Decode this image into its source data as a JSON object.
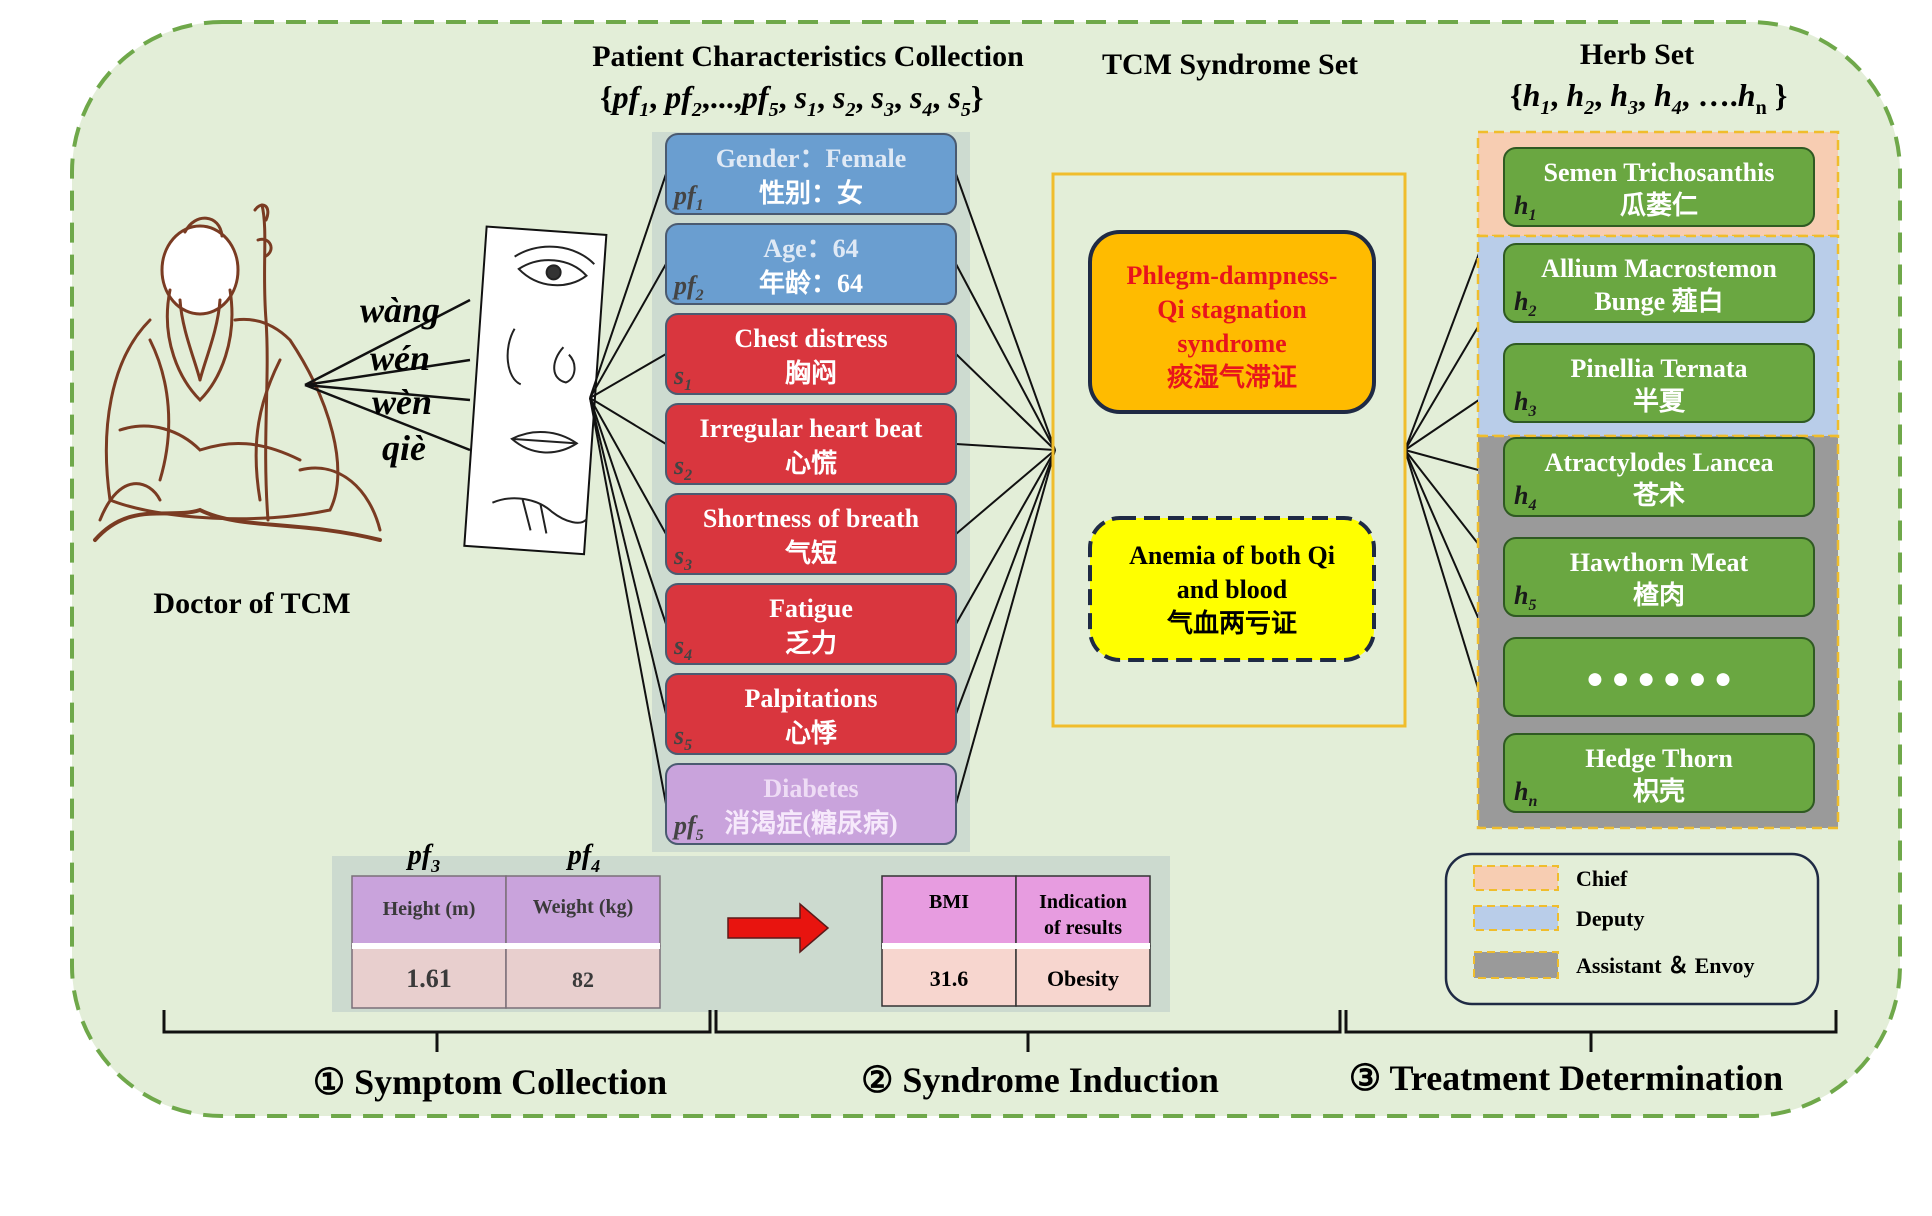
{
  "doctor": {
    "label": "Doctor of TCM",
    "methods": [
      "wàng",
      "wén",
      "wèn",
      "qiè"
    ]
  },
  "patient_section": {
    "title": "Patient Characteristics Collection",
    "set_notation": "{pf1, pf2,...,pf5, s1, s2, s3, s4, s5}"
  },
  "syndrome_section": {
    "title": "TCM Syndrome Set"
  },
  "herb_section": {
    "title": "Herb Set",
    "set_notation": "{h1, h2, h3, h4, ….hn }"
  },
  "characteristics": [
    {
      "en": "Gender：Female",
      "zh": "性别：女",
      "sym": "pf",
      "sub": "1",
      "kind": "pf"
    },
    {
      "en": "Age：64",
      "zh": "年龄：64",
      "sym": "pf",
      "sub": "2",
      "kind": "pf"
    },
    {
      "en": "Chest distress",
      "zh": "胸闷",
      "sym": "s",
      "sub": "1",
      "kind": "s"
    },
    {
      "en": "Irregular heart beat",
      "zh": "心慌",
      "sym": "s",
      "sub": "2",
      "kind": "s"
    },
    {
      "en": "Shortness of breath",
      "zh": "气短",
      "sym": "s",
      "sub": "3",
      "kind": "s"
    },
    {
      "en": "Fatigue",
      "zh": "乏力",
      "sym": "s",
      "sub": "4",
      "kind": "s"
    },
    {
      "en": "Palpitations",
      "zh": "心悸",
      "sym": "s",
      "sub": "5",
      "kind": "s"
    },
    {
      "en": "Diabetes",
      "zh": "消渴症(糖尿病)",
      "sym": "pf",
      "sub": "5",
      "kind": "disease"
    }
  ],
  "syndromes": [
    {
      "en1": "Phlegm-dampness-",
      "en2": "Qi stagnation",
      "en3": "syndrome",
      "zh": "痰湿气滞证",
      "style": "primary"
    },
    {
      "en1": "Anemia of both Qi",
      "en2": "and blood",
      "en3": "",
      "zh": "气血两亏证",
      "style": "secondary"
    }
  ],
  "herbs": [
    {
      "line1": "Semen Trichosanthis",
      "line2": "瓜蒌仁",
      "sub": "1",
      "group": "chief"
    },
    {
      "line1": "Allium Macrostemon",
      "line2": "Bunge 薤白",
      "sub": "2",
      "group": "deputy"
    },
    {
      "line1": "Pinellia Ternata",
      "line2": "半夏",
      "sub": "3",
      "group": "deputy"
    },
    {
      "line1": "Atractylodes Lancea",
      "line2": "苍术",
      "sub": "4",
      "group": "assistant"
    },
    {
      "line1": "Hawthorn Meat",
      "line2": "楂肉",
      "sub": "5",
      "group": "assistant"
    },
    {
      "line1": "● ● ● ● ● ●",
      "line2": "",
      "sub": "",
      "group": "assistant"
    },
    {
      "line1": "Hedge Thorn",
      "line2": "枳壳",
      "sub": "n",
      "group": "assistant"
    }
  ],
  "body_table": {
    "labels": [
      "pf3",
      "pf4"
    ],
    "headers": [
      "Height (m)",
      "Weight (kg)"
    ],
    "values": [
      "1.61",
      "82"
    ]
  },
  "bmi_table": {
    "headers": [
      "BMI",
      "Indication",
      "of results"
    ],
    "values": [
      "31.6",
      "Obesity"
    ]
  },
  "legend": [
    {
      "label": "Chief",
      "color": "#f7cdb2"
    },
    {
      "label": "Deputy",
      "color": "#b9cde9"
    },
    {
      "label": "Assistant ＆ Envoy",
      "color": "#9a9a9a"
    }
  ],
  "stages": [
    {
      "num": "①",
      "label": "Symptom Collection"
    },
    {
      "num": "②",
      "label": "Syndrome Induction"
    },
    {
      "num": "③",
      "label": "Treatment Determination"
    }
  ],
  "colors": {
    "panel_bg": "#e3eed8",
    "panel_border": "#6fa84a",
    "pf_box": "#6a9ed0",
    "symptom_box": "#d9363e",
    "disease_box": "#c9a3dc",
    "herb_box": "#6aa741",
    "syndrome_primary": "#ffbb00",
    "syndrome_secondary": "#ffff00",
    "syndrome_frame": "#f0bd2c",
    "arrow": "#e8140f"
  }
}
